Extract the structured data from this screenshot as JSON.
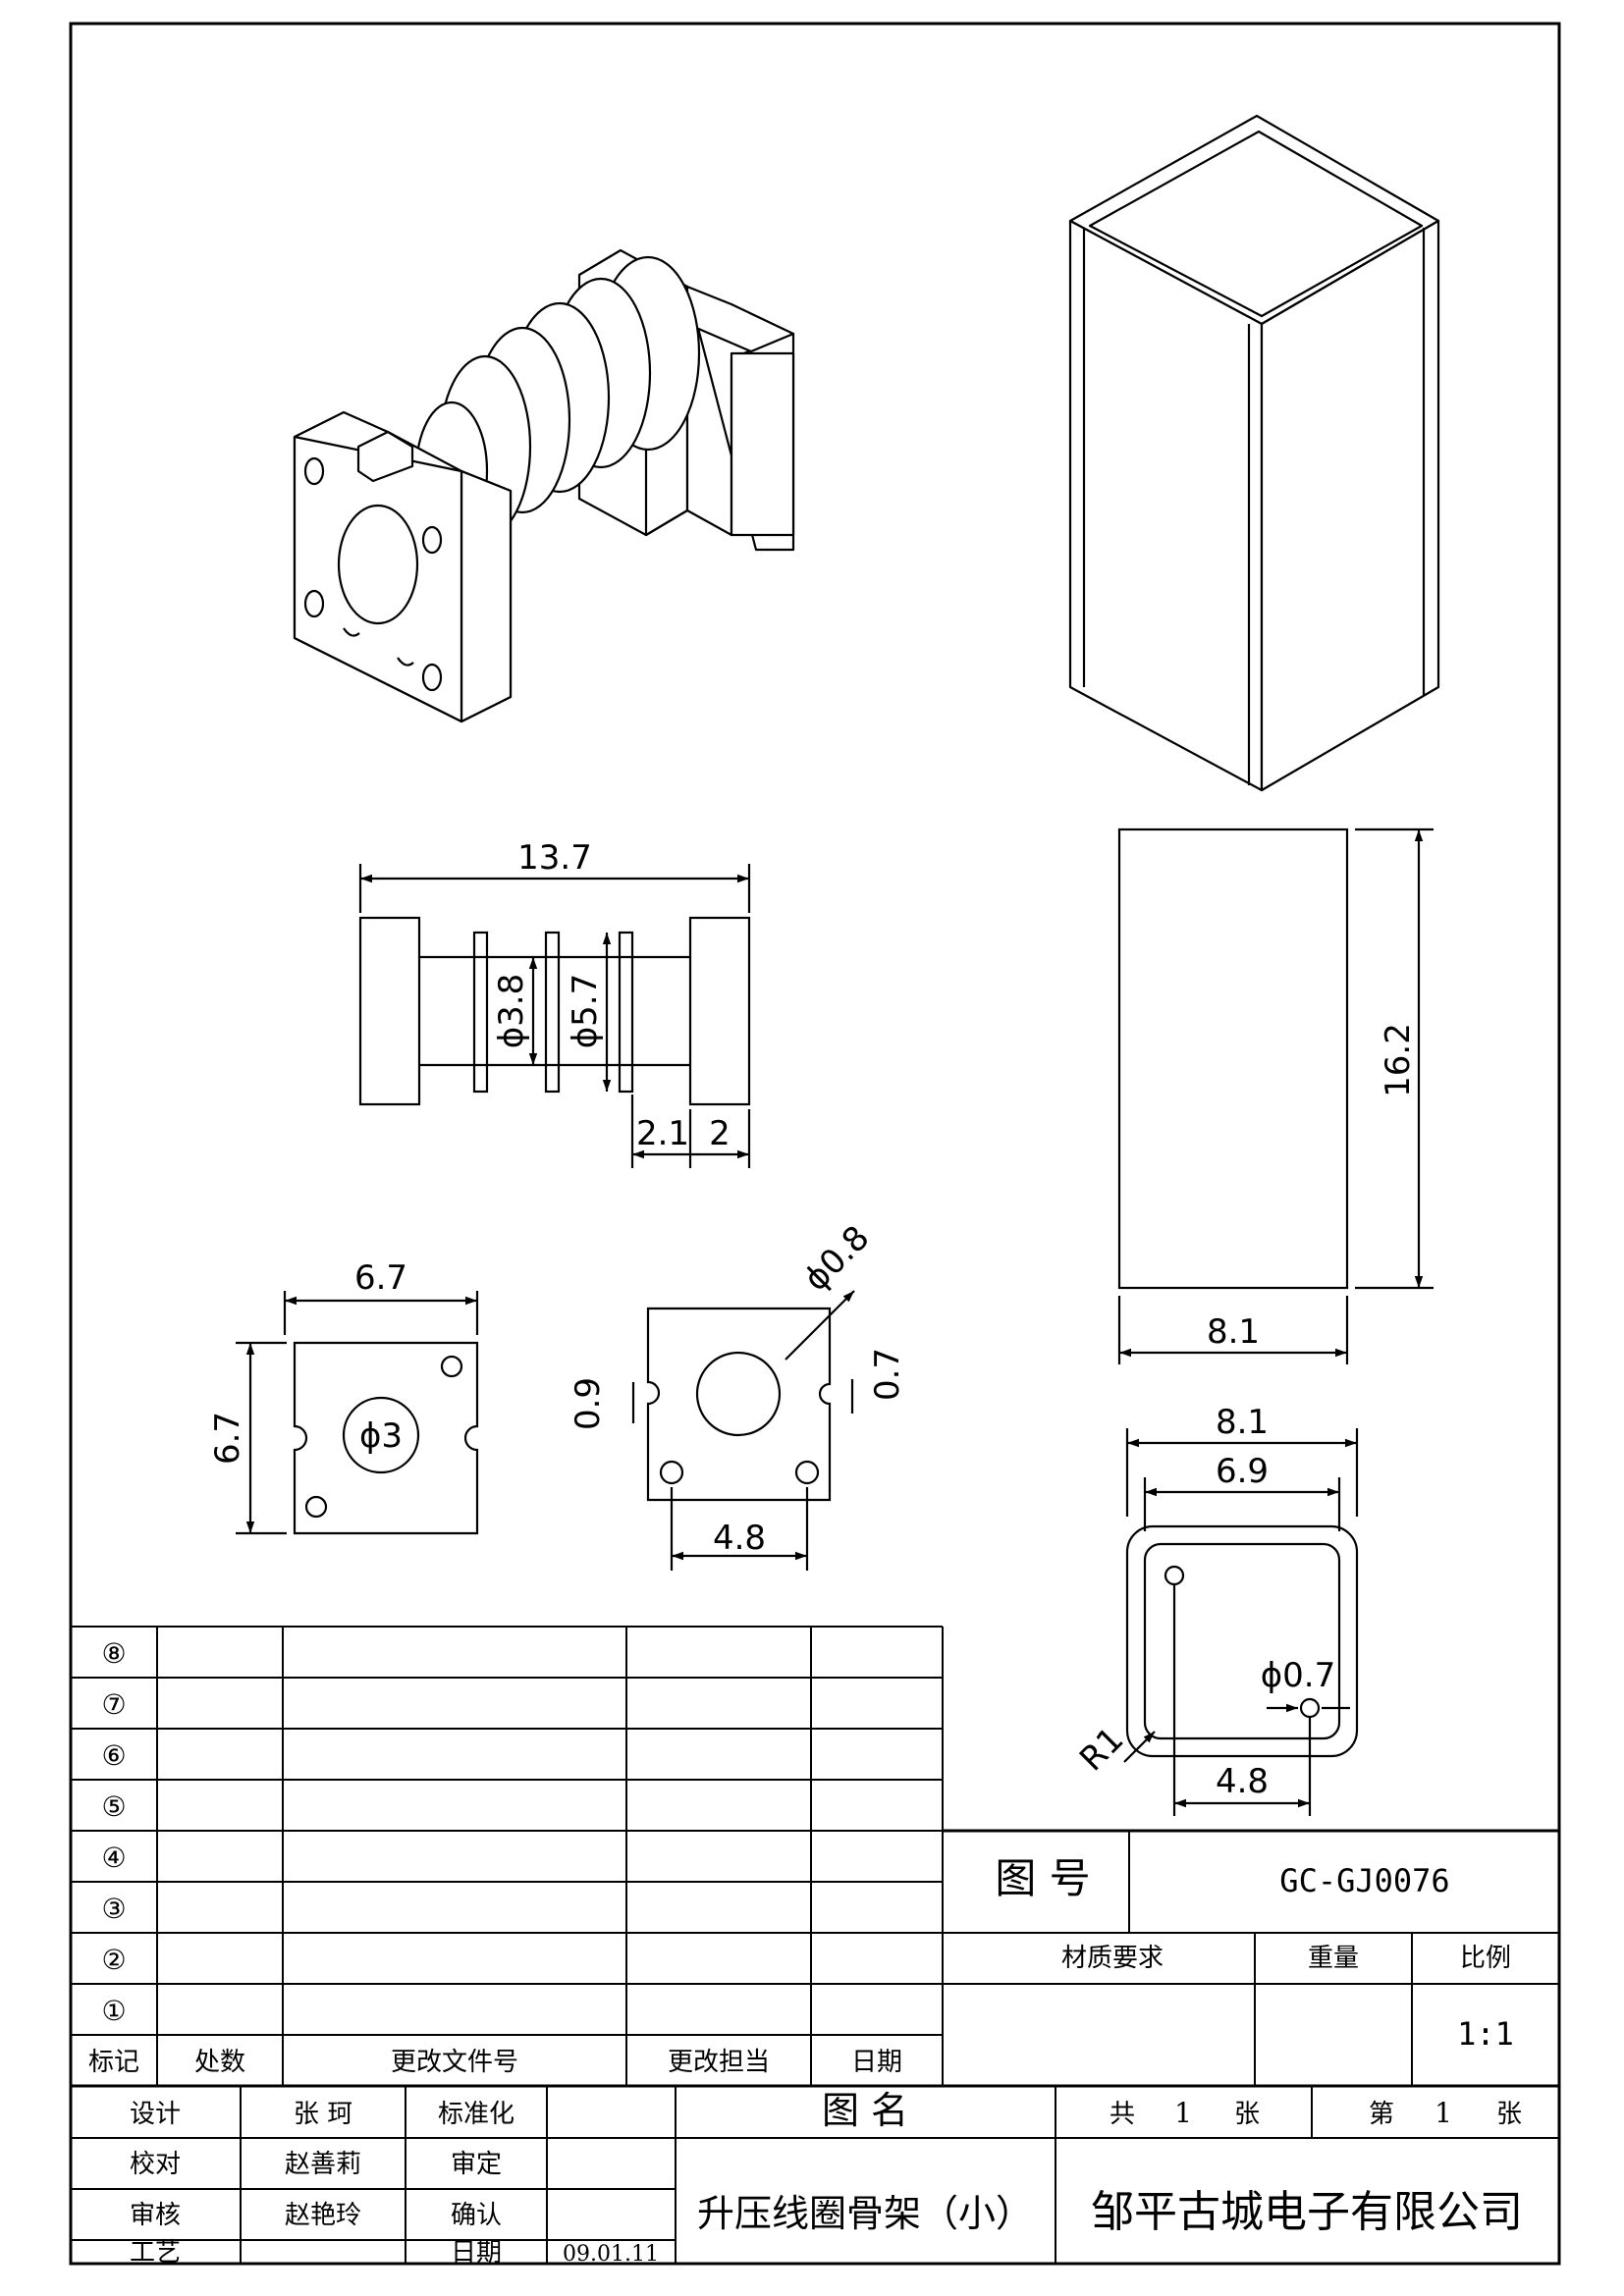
{
  "drawing": {
    "section_views": {
      "side_bobbin": {
        "length": "13.7",
        "dia_inner": "ϕ3.8",
        "dia_outer": "ϕ5.7",
        "gap1": "2.1",
        "gap2": "2"
      },
      "end_face_a": {
        "width": "6.7",
        "height": "6.7",
        "hole": "ϕ3"
      },
      "end_face_b": {
        "hole": "ϕ0.8",
        "slot_a": "0.9",
        "slot_b": "0.7",
        "pitch": "4.8"
      },
      "sleeve_front": {
        "height": "16.2",
        "width": "8.1"
      },
      "sleeve_top": {
        "outer": "8.1",
        "inner": "6.9",
        "pin": "ϕ0.7",
        "radius": "R1",
        "pitch": "4.8"
      }
    }
  },
  "revisions": {
    "rows": [
      "⑧",
      "⑦",
      "⑥",
      "⑤",
      "④",
      "③",
      "②",
      "①"
    ],
    "headers": {
      "mark": "标记",
      "count": "处数",
      "doc_no": "更改文件号",
      "person": "更改担当",
      "date": "日期"
    }
  },
  "title_block": {
    "drawing_no_label": "图 号",
    "drawing_no": "GC-GJ0076",
    "material_label": "材质要求",
    "weight_label": "重量",
    "scale_label": "比例",
    "scale": "1:1",
    "design_label": "设计",
    "designer": "张 珂",
    "standard_label": "标准化",
    "check_label": "校对",
    "checker": "赵善莉",
    "audit_label": "审定",
    "review_label": "审核",
    "reviewer": "赵艳玲",
    "confirm_label": "确认",
    "process_label": "工艺",
    "date_label": "日期",
    "date": "09.01.11",
    "name_label": "图 名",
    "part_name": "升压线圈骨架（小）",
    "total_label": "共",
    "total": "1",
    "total_unit": "张",
    "sheet_label": "第",
    "sheet": "1",
    "sheet_unit": "张",
    "company": "邹平古城电子有限公司"
  }
}
